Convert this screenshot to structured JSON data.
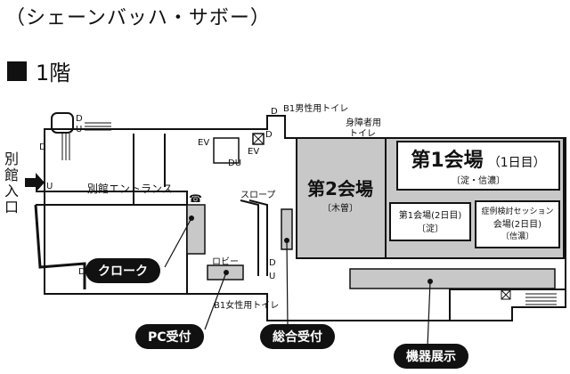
{
  "header": {
    "title": "（シェーンバッハ・サボー）"
  },
  "floor": {
    "heading": "1階"
  },
  "labels": {
    "annex_entrance_vertical": "別館入口",
    "annex_entrance_hall": "別館エントランス",
    "b1_mens_toilet": "B1男性用トイレ",
    "accessible_toilet_line1": "身障者用",
    "accessible_toilet_line2": "トイレ",
    "b1_womens_toilet": "B1女性用トイレ",
    "slope": "スロープ",
    "lobby": "ロビー",
    "elevator": "EV",
    "du": "DU",
    "d": "D",
    "u": "U",
    "telephone_glyph": "☎"
  },
  "rooms": {
    "hall1_title": "第1会場",
    "hall1_days": "（1日目）",
    "hall1_sub": "〔淀・信濃〕",
    "hall2_title": "第2会場",
    "hall2_sub": "〔木曽〕",
    "hall1_day2_title": "第1会場(2日目)",
    "hall1_day2_sub": "〔淀〕",
    "case_session_line1": "症例検討セッション",
    "case_session_line2": "会場(2日目)",
    "case_session_sub": "〔信濃〕"
  },
  "callouts": {
    "cloak": "クローク",
    "pc_reception": "PC受付",
    "general_reception": "総合受付",
    "exhibition": "機器展示"
  },
  "colors": {
    "ink": "#111111",
    "room_fill": "#c8c8c8",
    "pill_bg": "#111111",
    "pill_text": "#ffffff"
  }
}
